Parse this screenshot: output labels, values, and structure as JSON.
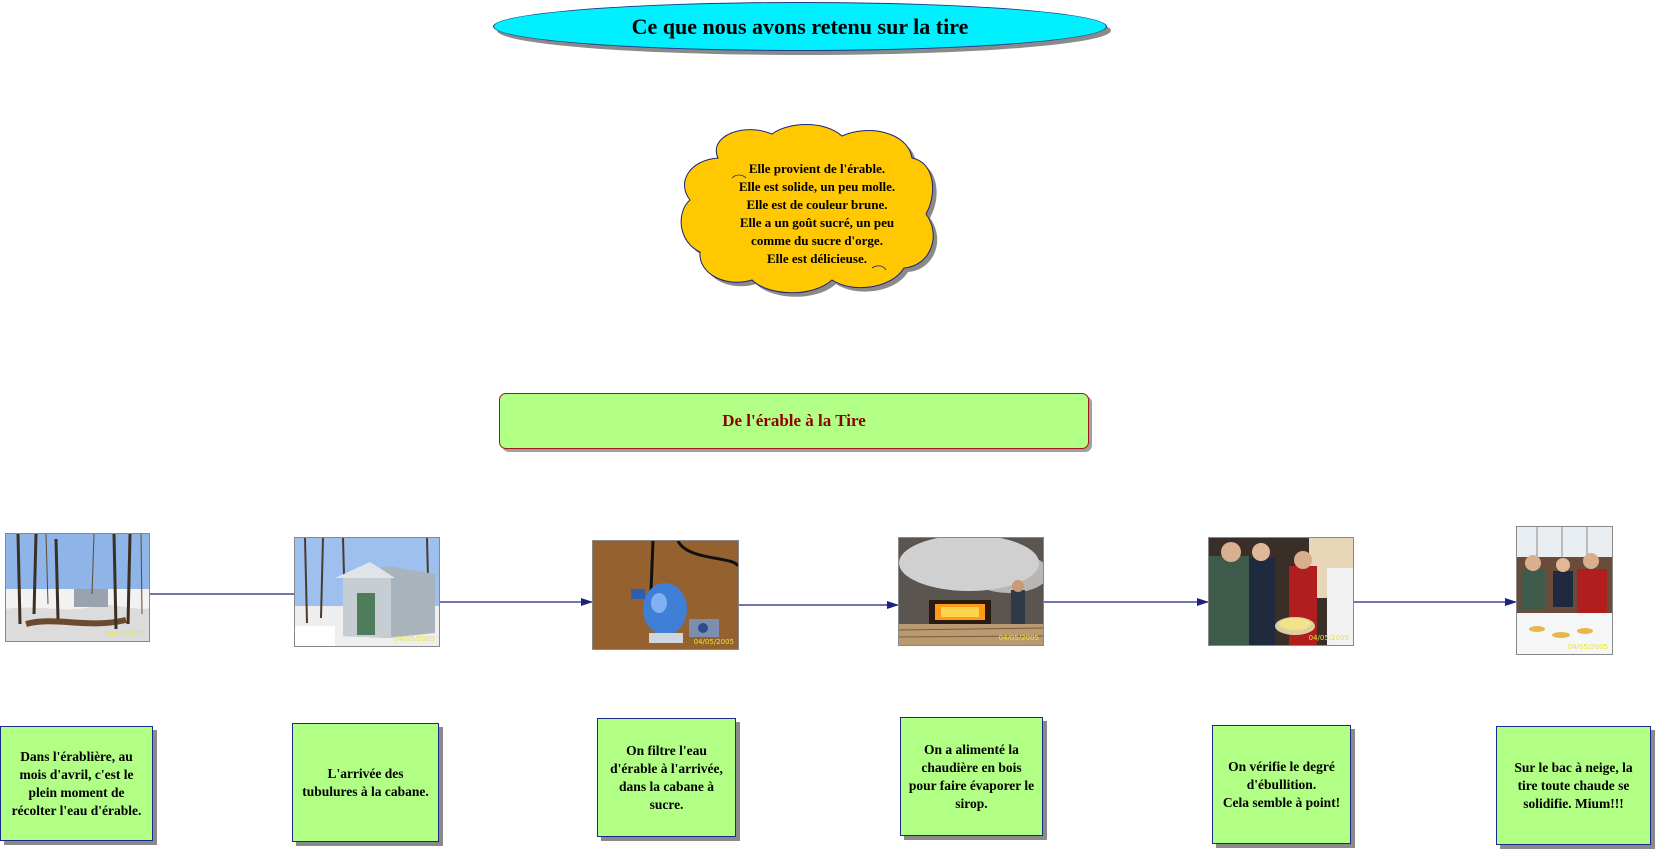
{
  "title": "Ce que nous avons retenu sur la tire",
  "cloud": {
    "lines": [
      "Elle provient de l'érable.",
      "Elle est solide, un peu molle.",
      "Elle est de couleur brune.",
      "Elle a un goût sucré, un peu",
      "comme du sucre d'orge.",
      "Elle est délicieuse."
    ]
  },
  "section_title": "De l'érable à la Tire",
  "steps": [
    {
      "photo": "erabliere-snow-photo",
      "date": "04/05/2005",
      "lines": [
        "Dans l'érablière, au",
        "mois d'avril, c'est le",
        "plein moment de",
        "récolter l'eau d'érable."
      ]
    },
    {
      "photo": "cabane-shed-photo",
      "date": "04/05/2005",
      "lines": [
        "L'arrivée des",
        "tubulures à la cabane."
      ]
    },
    {
      "photo": "filtre-eau-photo",
      "date": "04/05/2005",
      "lines": [
        "On filtre l'eau",
        "d'érable à l'arrivée,",
        "dans la cabane à",
        "sucre."
      ]
    },
    {
      "photo": "chaudiere-feu-photo",
      "date": "04/05/2005",
      "lines": [
        "On a alimenté la",
        "chaudière en bois",
        "pour faire évaporer le",
        "sirop."
      ]
    },
    {
      "photo": "ebullition-photo",
      "date": "04/05/2005",
      "lines": [
        "On vérifie le degré",
        "d'ébullition.",
        "Cela  semble à point!"
      ]
    },
    {
      "photo": "tire-neige-photo",
      "date": "04/05/2005",
      "lines": [
        "Sur le bac à neige, la",
        "tire toute chaude se",
        "solidifie. Mium!!!"
      ]
    }
  ],
  "colors": {
    "title_fill": "#00f0ff",
    "cloud_fill": "#ffc800",
    "box_fill": "#b2ff86",
    "section_text": "#8b0000",
    "connector": "#1a237e"
  }
}
